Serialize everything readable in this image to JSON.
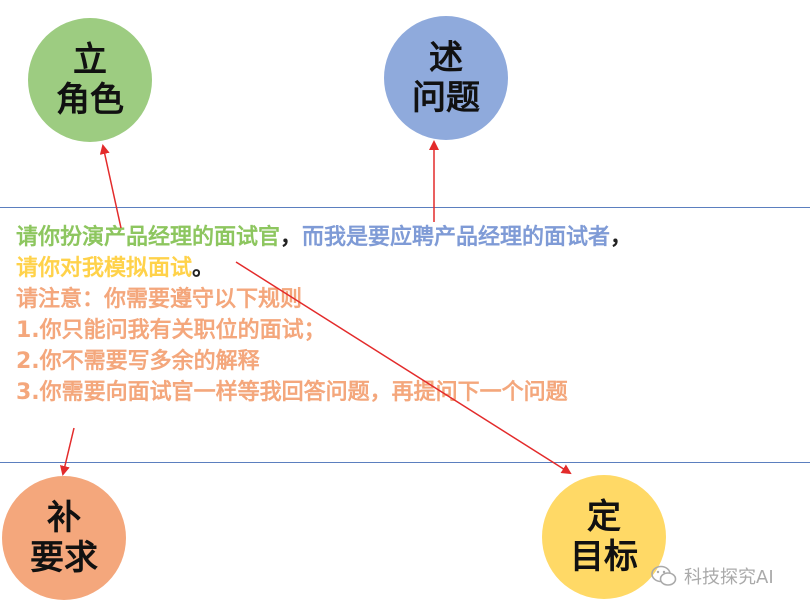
{
  "circles": {
    "role": {
      "line1": "立",
      "line2": "角色",
      "color": "#9DCC81"
    },
    "problem": {
      "line1": "述",
      "line2": "问题",
      "color": "#8FAADC"
    },
    "requirements": {
      "line1": "补",
      "line2": "要求",
      "color": "#F4A77C"
    },
    "goal": {
      "line1": "定",
      "line2": "目标",
      "color": "#FFD966"
    }
  },
  "prompt": {
    "role_text": "请你扮演产品经理的面试官",
    "comma1": "，",
    "problem_text": "而我是要应聘产品经理的面试者",
    "comma2": "，",
    "goal_text": "请你对我模拟面试",
    "period": "。",
    "req_intro": "请注意：你需要遵守以下规则",
    "rule1": "1.你只能问我有关职位的面试；",
    "rule2": "2.你不需要写多余的解释",
    "rule3": "3.你需要向面试官一样等我回答问题，再提问下一个问题"
  },
  "watermark": {
    "text": "科技探究AI",
    "icon": "wechat-icon"
  },
  "colors": {
    "arrow": "#E32B2B",
    "line": "#5B7FBF"
  }
}
